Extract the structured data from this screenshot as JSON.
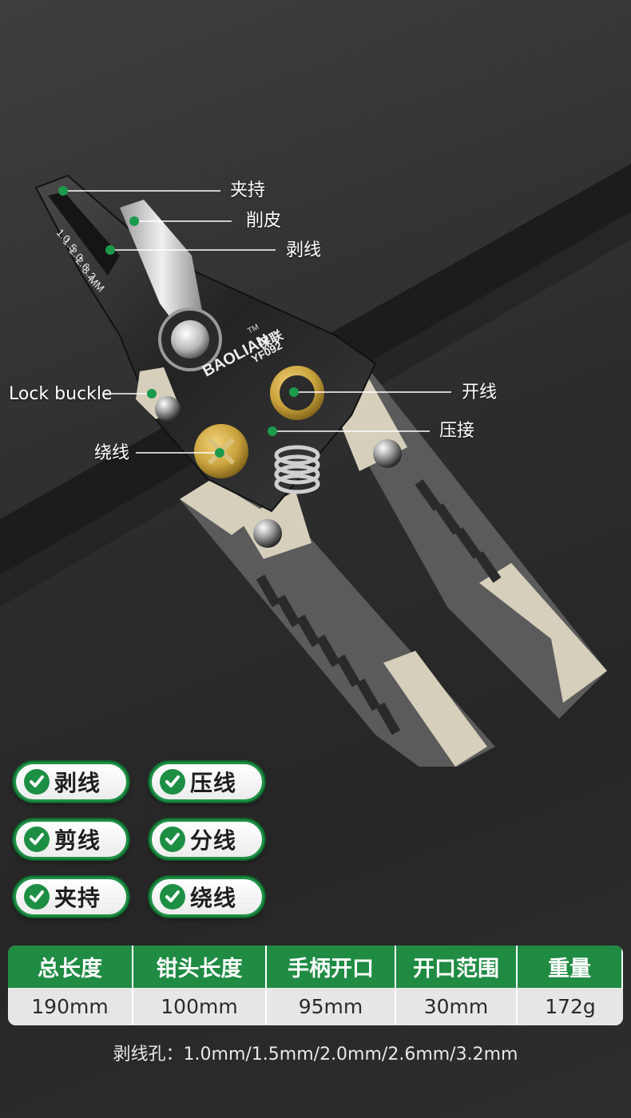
{
  "product": {
    "brand": "BAOLIAN",
    "brand_cn": "保联",
    "model": "YF092",
    "trademark": "TM",
    "gauge_marks": [
      "1.0",
      "1.5",
      "2.0",
      "2.6",
      "3.2",
      "MM"
    ]
  },
  "callouts": {
    "clamp": "夹持",
    "peel": "削皮",
    "strip": "剥线",
    "lock_buckle": "Lock buckle",
    "open_wire": "开线",
    "crimp": "压接",
    "wind": "绕线"
  },
  "features": [
    {
      "label": "剥线"
    },
    {
      "label": "压线"
    },
    {
      "label": "剪线"
    },
    {
      "label": "分线"
    },
    {
      "label": "夹持"
    },
    {
      "label": "绕线"
    }
  ],
  "specs": {
    "headers": [
      "总长度",
      "钳头长度",
      "手柄开口",
      "开口范围",
      "重量"
    ],
    "values": [
      "190mm",
      "100mm",
      "95mm",
      "30mm",
      "172g"
    ]
  },
  "footnote": "剥线孔：1.0mm/1.5mm/2.0mm/2.6mm/3.2mm",
  "colors": {
    "accent_green": "#1f8b43",
    "callout_dot": "#1c9a4c",
    "handle_grey": "#5a5a5a",
    "handle_cream": "#d8d3c0",
    "brass": "#c9a23c"
  }
}
